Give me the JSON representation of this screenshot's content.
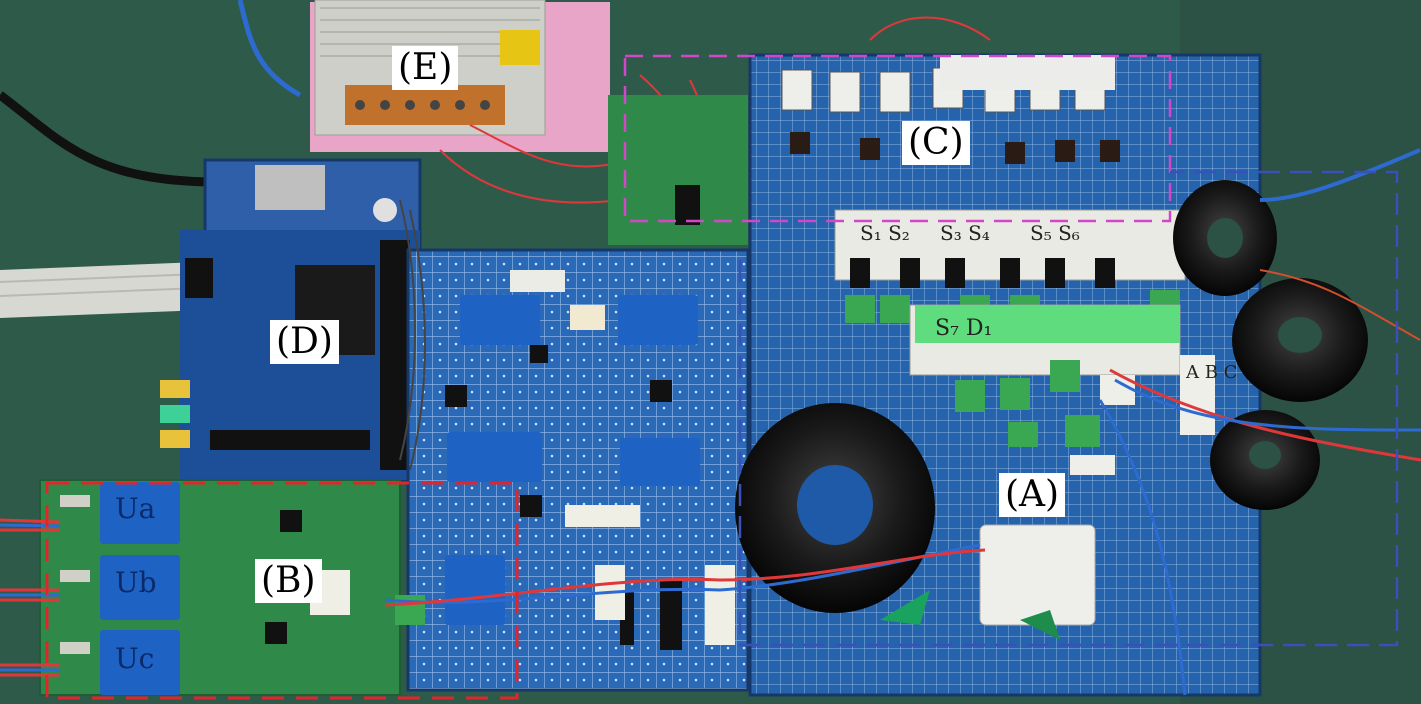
{
  "labels": {
    "A": "(A)",
    "B": "(B)",
    "C": "(C)",
    "D": "(D)",
    "E": "(E)"
  },
  "sensor_labels": {
    "ua": "Ua",
    "ub": "Ub",
    "uc": "Uc",
    "s_top_1": "S₁ S₂",
    "s_top_2": "S₃ S₄",
    "s_top_3": "S₅ S₆",
    "s_d": "S₇ D₁",
    "abc": "A B C"
  },
  "colors": {
    "board_green": "#2f7a45",
    "pcb_blue": "#1f5fb0",
    "sensor_blue": "#1e63c4",
    "box_red": "#e0262c",
    "box_magenta": "#d246c8",
    "box_navy": "#3a4fb8",
    "toroid_black": "#141414",
    "psu_silver": "#c9c9c4",
    "pink_foam": "#e8a2c6"
  }
}
